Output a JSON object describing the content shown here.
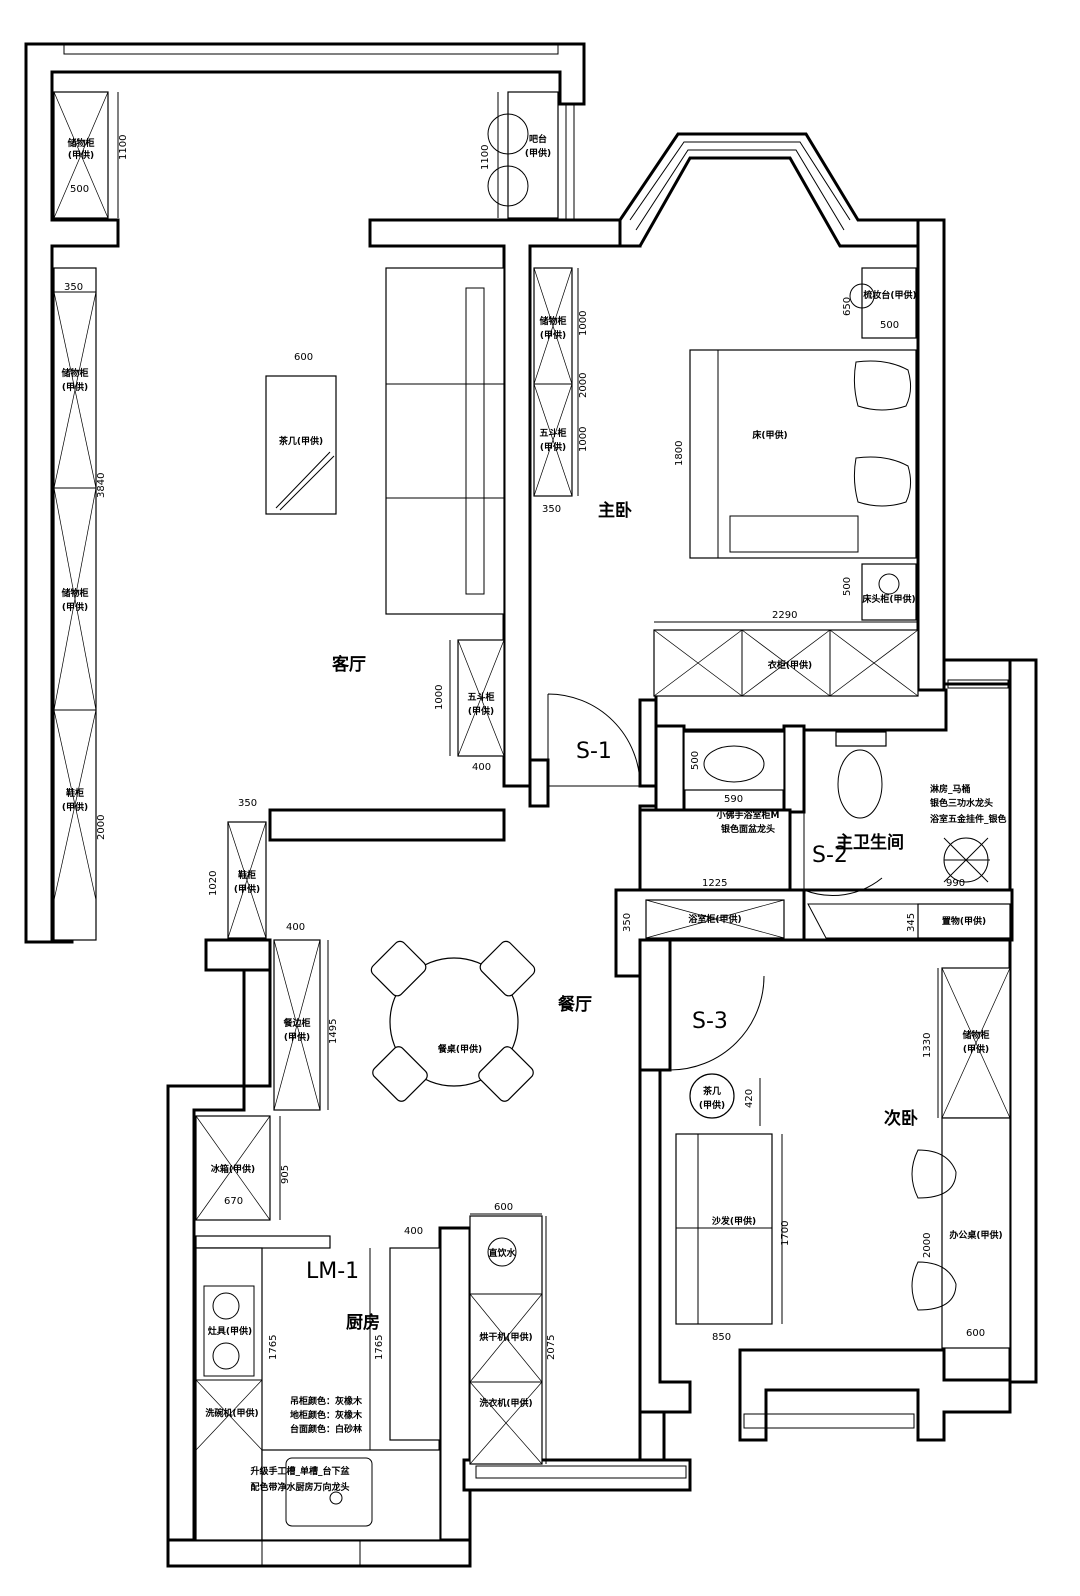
{
  "rooms": {
    "living": "客厅",
    "master_bedroom": "主卧",
    "dining": "餐厅",
    "master_bath": "主卫生间",
    "second_bedroom": "次卧",
    "kitchen": "厨房"
  },
  "doors": {
    "s1": "S-1",
    "s2": "S-2",
    "s3": "S-3",
    "lm1": "LM-1"
  },
  "furniture": {
    "cabinet_decor_top": [
      "储物柜",
      "(甲供)"
    ],
    "bar_counter": [
      "吧台",
      "(甲供)"
    ],
    "tv_cabinet_left_1": [
      "储物柜",
      "(甲供)"
    ],
    "tv_cabinet_left_2": [
      "储物柜",
      "(甲供)"
    ],
    "shoe_cabinet": [
      "鞋柜",
      "(甲供)"
    ],
    "coffee_table": "茶几(甲供)",
    "bedroom_cab_1": [
      "储物柜",
      "(甲供)"
    ],
    "bedroom_cab_2": [
      "五斗柜",
      "(甲供)"
    ],
    "dresser": "梳妆台(甲供)",
    "bed": "床(甲供)",
    "nightstand": "床头柜(甲供)",
    "wardrobe": "衣柜(甲供)",
    "living_chest": [
      "五斗柜",
      "(甲供)"
    ],
    "shoe_cabinet_2": [
      "鞋柜",
      "(甲供)"
    ],
    "sideboard": [
      "餐边柜",
      "(甲供)"
    ],
    "dining_table": "餐桌(甲供)",
    "fridge": "冰箱(甲供)",
    "washbasin_note": [
      "小佛手浴室柜M",
      "银色面盆龙头"
    ],
    "bath_cabinet": "浴室柜(甲供)",
    "bath_note": [
      "淋房_马桶",
      "银色三功水龙头",
      "浴室五金挂件_银色"
    ],
    "bath_shelf": "置物(甲供)",
    "side_table": [
      "茶几",
      "(甲供)"
    ],
    "sofa": "沙发(甲供)",
    "tall_cabinet_bed2": [
      "储物柜",
      "(甲供)"
    ],
    "desk": "办公桌(甲供)",
    "stove": "灶具(甲供)",
    "dishwasher": "洗碗机(甲供)",
    "water_purifier": "直饮水",
    "dryer": "烘干机(甲供)",
    "washer": "洗衣机(甲供)"
  },
  "kitchen_notes": [
    "吊柜颜色：灰橡木",
    "地柜颜色：灰橡木",
    "台面颜色：白砂林"
  ],
  "sink_note": [
    "升级手工槽_单槽_台下盆",
    "配色带净水厨房万向龙头"
  ],
  "dimensions": {
    "d1100a": "1100",
    "d500a": "500",
    "d1100b": "1100",
    "d350a": "350",
    "d3840": "3840",
    "d2000a": "2000",
    "d600a": "600",
    "d1000a": "1000",
    "d400a": "400",
    "d1000b": "1000",
    "d2000b": "2000",
    "d1000c": "1000",
    "d350b": "350",
    "d650": "650",
    "d500b": "500",
    "d1800": "1800",
    "d500c": "500",
    "d2290": "2290",
    "d500d": "500",
    "d590": "590",
    "d1225": "1225",
    "d350c": "350",
    "d990": "990",
    "d345": "345",
    "d350d": "350",
    "d1020": "1020",
    "d400b": "400",
    "d1495": "1495",
    "d1330": "1330",
    "d420": "420",
    "d905": "905",
    "d670": "670",
    "d600b": "600",
    "d400c": "400",
    "d1765a": "1765",
    "d1765b": "1765",
    "d2075": "2075",
    "d1700": "1700",
    "d2000c": "2000",
    "d850": "850",
    "d600c": "600"
  }
}
